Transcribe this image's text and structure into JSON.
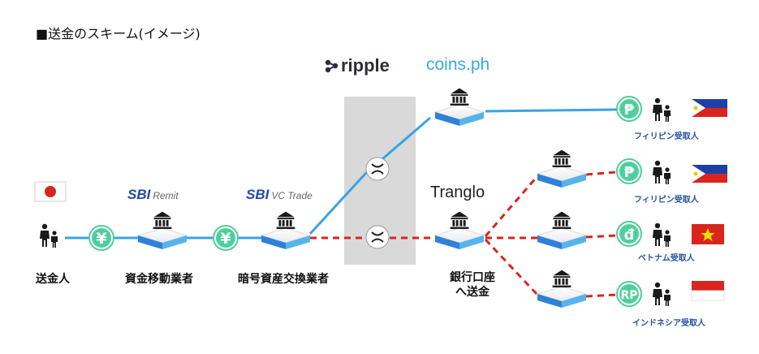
{
  "title": "■送金のスキーム(イメージ)",
  "logos": {
    "sbi_remit_mark": "SBI",
    "sbi_remit_sub": "Remit",
    "sbi_vc_mark": "SBI",
    "sbi_vc_sub": "VC Trade",
    "ripple": "ripple",
    "coins": "coins.ph",
    "tranglo": "Tranglo"
  },
  "nodes": {
    "sender": "送金人",
    "fund_transfer": "資金移動業者",
    "crypto_exchange": "暗号資産交換業者",
    "bank_transfer_line1": "銀行口座",
    "bank_transfer_line2": "へ送金"
  },
  "currency_symbols": {
    "yen": "¥",
    "peso": "₱",
    "dong": "đ",
    "rupiah": "RP"
  },
  "recipients": {
    "ph_top": "フィリピン受取人",
    "ph_mid": "フィリピン受取人",
    "vn": "ベトナム受取人",
    "id": "インドネシア受取人"
  },
  "colors": {
    "blue_line": "#3aa3e3",
    "red_dash": "#d9251d",
    "coin_green": "#4fcf9c",
    "platform_blue": "#2f80d8",
    "gray_zone": "#d9d9d9"
  }
}
